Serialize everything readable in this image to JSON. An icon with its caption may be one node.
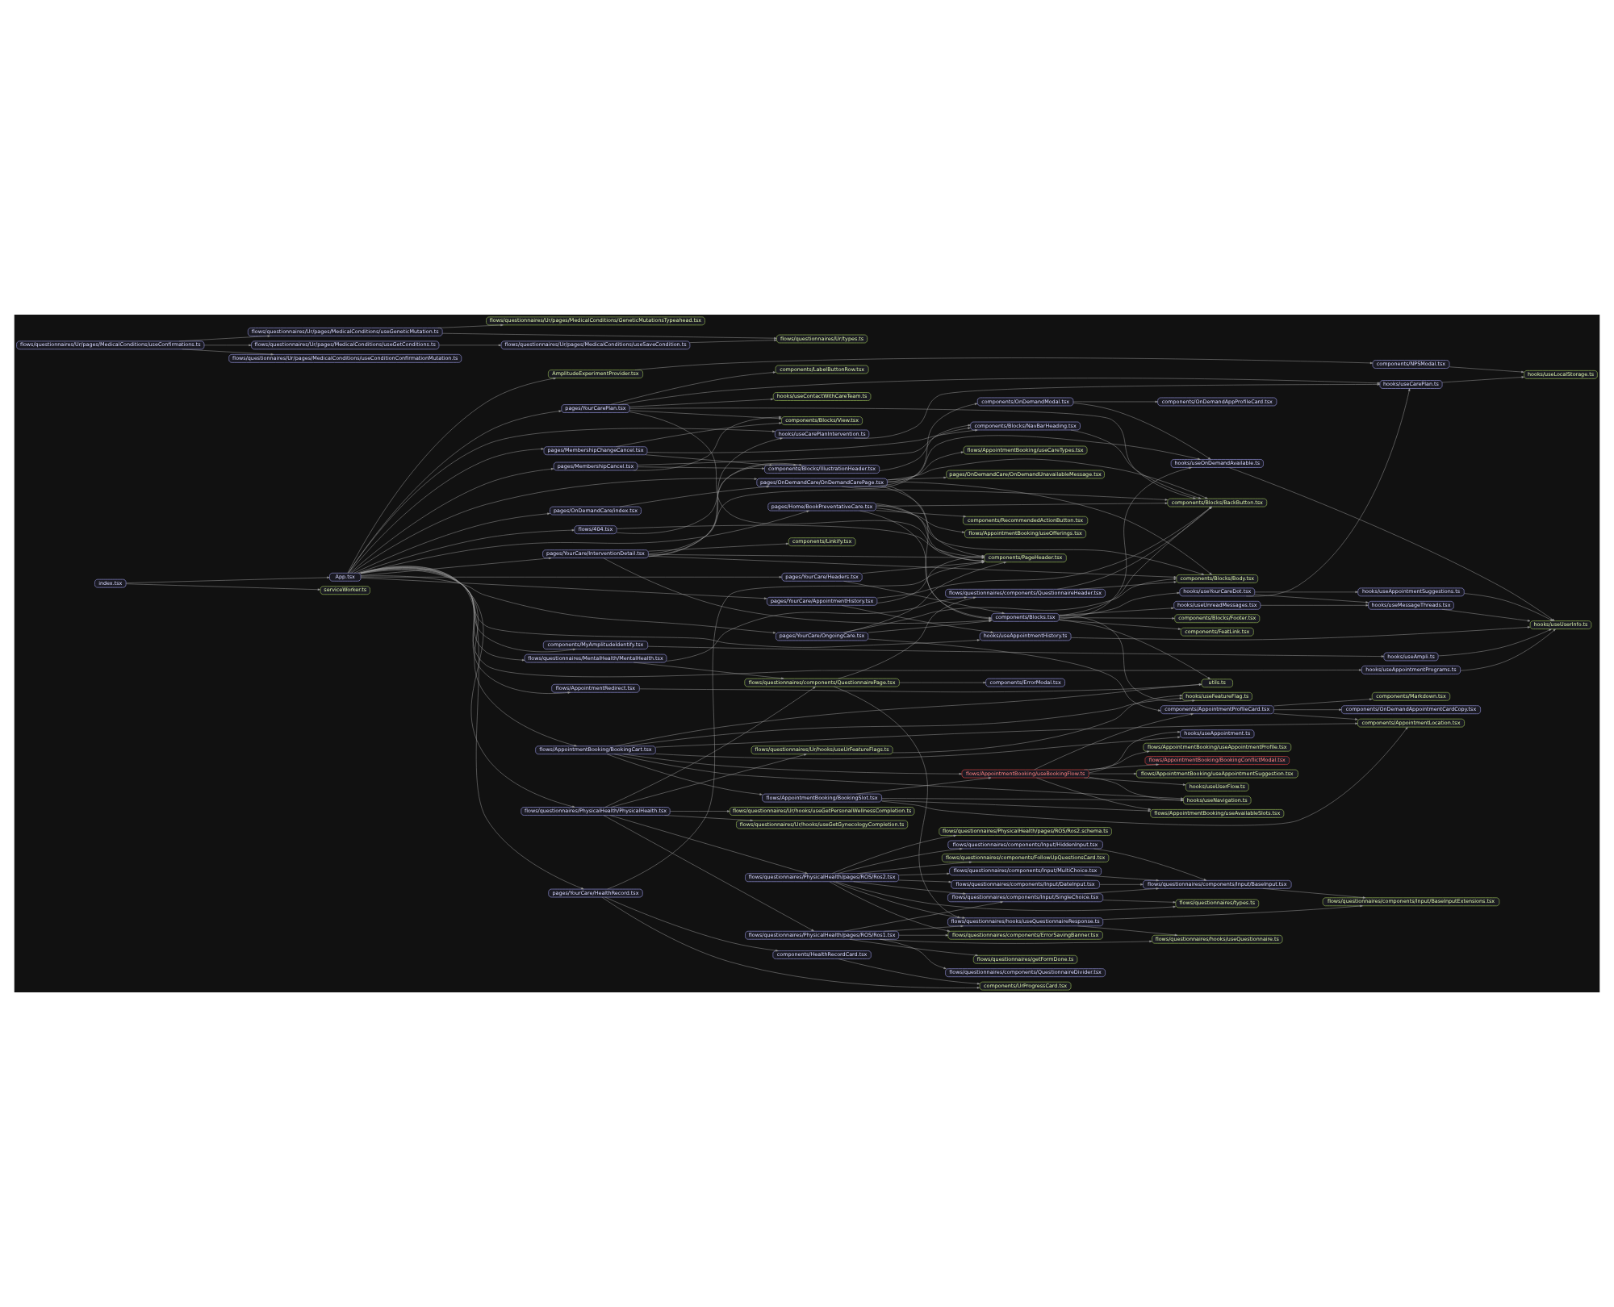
{
  "diagram": {
    "nodes": [
      {
        "text": [
          "index.tsx"
        ]
      },
      {
        "text": [
          "App.tsx"
        ]
      },
      {
        "text": [
          "serviceWorker.ts"
        ]
      },
      {
        "text": [
          "AmplitudeExperimentProvider.tsx"
        ]
      },
      {
        "text": [
          "components/NPSModal.tsx"
        ]
      },
      {
        "text": [
          "pages/OnDemandCare/index.tsx"
        ]
      },
      {
        "text": [
          "pages/Home/BookPreventativeCare.tsx"
        ]
      },
      {
        "text": [
          "flows/AppointmentBooking/useOfferings.tsx"
        ]
      },
      {
        "text": [
          "components/RecommendedActionButton.tsx"
        ]
      },
      {
        "text": [
          "flows/AppointmentBooking/BookingCart.tsx"
        ]
      },
      {
        "text": [
          "flows/AppointmentRedirect.tsx"
        ]
      },
      {
        "text": [
          "pages/YourCare/InterventionDetail.tsx"
        ]
      },
      {
        "text": [
          "flows/questionnaires/MentalHealth/MentalHealth.tsx"
        ]
      },
      {
        "text": [
          "flows/questionnaires/PhysicalHealth/PhysicalHealth.tsx"
        ]
      },
      {
        "text": [
          "flows/AppointmentBooking/BookingSlot.tsx"
        ]
      },
      {
        "text": [
          "pages/YourCarePlan.tsx"
        ]
      },
      {
        "text": [
          "pages/MembershipCancel.tsx"
        ]
      },
      {
        "text": [
          "pages/MembershipChangeCancel.tsx"
        ]
      },
      {
        "text": [
          "flows/404.tsx"
        ]
      },
      {
        "text": [
          "pages/YourCare/AppointmentHistory.tsx"
        ]
      },
      {
        "text": [
          "components/Linkify.tsx"
        ]
      },
      {
        "text": [
          "pages/YourCare/Headers.tsx"
        ]
      },
      {
        "text": [
          "pages/OnDemandCare/OnDemandCarePage.tsx"
        ]
      },
      {
        "text": [
          "flows/questionnaires/components/QuestionnaireHeader.tsx"
        ]
      },
      {
        "text": [
          "pages/YourCare/OngoingCare.tsx"
        ]
      },
      {
        "text": [
          "pages/YourCare/HealthRecord.tsx"
        ]
      },
      {
        "text": [
          "flows/questionnaires/components/QuestionnairePage.tsx"
        ]
      },
      {
        "text": [
          "flows/AppointmentBooking/useBookingFlow.ts"
        ]
      },
      {
        "text": [
          "flows/questionnaires/PhysicalHealth/pages/ROS/Ros1.tsx"
        ]
      },
      {
        "text": [
          "flows/questionnaires/PhysicalHealth/pages/ROS/Ros2.tsx"
        ]
      },
      {
        "text": [
          "components/LabelButtonRow.tsx"
        ]
      },
      {
        "text": [
          "hooks/useContactWithCareTeam.ts"
        ]
      },
      {
        "text": [
          "components/Blocks/View.tsx"
        ]
      },
      {
        "text": [
          "components/Blocks/IllustrationHeader.tsx"
        ]
      },
      {
        "text": [
          "components/MyAmplitudeIdentify.tsx"
        ]
      },
      {
        "text": [
          "components/PageHeader.tsx"
        ]
      },
      {
        "text": [
          "flows/AppointmentBooking/useCareTypes.tsx"
        ]
      },
      {
        "text": [
          "pages/OnDemandCare/OnDemandUnavailableMessage.tsx"
        ]
      },
      {
        "text": [
          "components/OnDemandModal.tsx"
        ]
      },
      {
        "text": [
          "components/Blocks/Body.tsx"
        ]
      },
      {
        "text": [
          "flows/questionnaires/Ur/hooks/useGetGynecologyCompletion.ts"
        ]
      },
      {
        "text": [
          "flows/questionnaires/Ur/hooks/useGetPersonalWellnessCompletion.ts"
        ]
      },
      {
        "text": [
          "flows/questionnaires/Ur/hooks/useUrFeatureFlags.ts"
        ]
      },
      {
        "text": [
          "components/ErrorModal.tsx"
        ]
      },
      {
        "text": [
          "flows/questionnaires/Ur/pages/MedicalConditions/useConfirmations.ts"
        ]
      },
      {
        "text": [
          "components/AppointmentProfileCard.tsx"
        ]
      },
      {
        "text": [
          "flows/AppointmentBooking/useAppointmentProfile.tsx"
        ]
      },
      {
        "text": [
          "components/HealthRecordCard.tsx"
        ]
      },
      {
        "text": [
          "flows/AppointmentBooking/useAvailableSlots.tsx"
        ]
      },
      {
        "text": [
          "flows/AppointmentBooking/BookingConflictModal.tsx"
        ]
      },
      {
        "text": [
          "flows/AppointmentBooking/useAppointmentSuggestion.tsx"
        ]
      },
      {
        "text": [
          "hooks/useUserFlow.ts"
        ]
      },
      {
        "text": [
          "hooks/useNavigation.ts"
        ]
      },
      {
        "text": [
          "hooks/useAppointment.ts"
        ]
      },
      {
        "text": [
          "flows/questionnaires/components/QuestionnaireDivider.tsx"
        ]
      },
      {
        "text": [
          "flows/questionnaires/components/ErrorSavingBanner.tsx"
        ]
      },
      {
        "text": [
          "flows/questionnaires/getFormDone.ts"
        ]
      },
      {
        "text": [
          "flows/questionnaires/components/Input/SingleChoice.tsx"
        ]
      },
      {
        "text": [
          "flows/questionnaires/components/Input/MultiChoice.tsx"
        ]
      },
      {
        "text": [
          "flows/questionnaires/components/Input/DateInput.tsx"
        ]
      },
      {
        "text": [
          "flows/questionnaires/components/Input/HiddenInput.tsx"
        ]
      },
      {
        "text": [
          "flows/questionnaires/PhysicalHealth/pages/ROS/Ros2.schema.ts"
        ]
      },
      {
        "text": [
          "components/Blocks/NavBarHeading.tsx"
        ]
      },
      {
        "text": [
          "hooks/useAmpli.ts"
        ]
      },
      {
        "text": [
          "components/Blocks.tsx"
        ]
      },
      {
        "text": [
          "components/OnDemandAppProfileCard.tsx"
        ]
      },
      {
        "text": [
          "flows/questionnaires/Ur/pages/MedicalConditions/useGeneticMutation.ts"
        ]
      },
      {
        "text": [
          "flows/questionnaires/Ur/pages/MedicalConditions/useGetConditions.ts"
        ]
      },
      {
        "text": [
          "components/Markdown.tsx"
        ]
      },
      {
        "text": [
          "components/OnDemandAppointmentCardCopy.tsx"
        ]
      },
      {
        "text": [
          "components/UrProgressCard.tsx"
        ]
      },
      {
        "text": [
          "components/AppointmentLocation.tsx"
        ]
      },
      {
        "text": [
          "flows/questionnaires/types.ts"
        ]
      },
      {
        "text": [
          "flows/questionnaires/components/FollowUpQuestionsCard.tsx"
        ]
      },
      {
        "text": [
          "flows/questionnaires/components/Input/BaseInput.tsx"
        ]
      },
      {
        "text": [
          "hooks/useCarePlanIntervention.ts"
        ]
      },
      {
        "text": [
          "components/Blocks/BackButton.tsx"
        ]
      },
      {
        "text": [
          "components/Blocks/Footer.tsx"
        ]
      },
      {
        "text": [
          "components/FeatLink.tsx"
        ]
      },
      {
        "text": [
          "hooks/useYourCareDot.tsx"
        ]
      },
      {
        "text": [
          "hooks/useUnreadMessages.tsx"
        ]
      },
      {
        "text": [
          "hooks/useOnDemandAvailable.ts"
        ]
      },
      {
        "text": [
          "flows/questionnaires/Ur/pages/MedicalConditions/GeneticMutationsTypeahead.tsx"
        ]
      },
      {
        "text": [
          "flows/questionnaires/Ur/pages/MedicalConditions/useSaveCondition.ts"
        ]
      },
      {
        "text": [
          "flows/questionnaires/Ur/pages/MedicalConditions/useConditionConfirmationMutation.ts"
        ]
      },
      {
        "text": [
          "utils.ts"
        ]
      },
      {
        "text": [
          "hooks/useFeatureFlag.ts"
        ]
      },
      {
        "text": [
          "flows/questionnaires/hooks/useQuestionnaireResponse.ts"
        ]
      },
      {
        "text": [
          "hooks/useCarePlan.ts"
        ]
      },
      {
        "text": [
          "hooks/useAppointmentHistory.ts"
        ]
      },
      {
        "text": [
          "hooks/useAppointmentSuggestions.ts"
        ]
      },
      {
        "text": [
          "hooks/useMessageThreads.tsx"
        ]
      },
      {
        "text": [
          "hooks/useAppointmentPrograms.ts"
        ]
      },
      {
        "text": [
          "flows/questionnaires/hooks/useQuestionnaire.ts"
        ]
      },
      {
        "text": [
          "flows/questionnaires/components/Input/BaseInputExtensions.tsx"
        ]
      },
      {
        "text": [
          "hooks/useLocalStorage.ts"
        ]
      },
      {
        "text": [
          "hooks/useUserInfo.ts"
        ]
      },
      {
        "text": [
          "flows/questionnaires/Ur/types.ts"
        ]
      }
    ],
    "edges": [
      {
        "from": 0,
        "to": 1,
        "arrow": "to"
      },
      {
        "from": 0,
        "to": 2,
        "arrow": "to"
      },
      {
        "from": 1,
        "to": 3,
        "arrow": "to"
      },
      {
        "from": 1,
        "to": 5,
        "arrow": "to"
      },
      {
        "from": 1,
        "to": 6,
        "arrow": "to"
      },
      {
        "from": 1,
        "to": 9,
        "arrow": "to"
      },
      {
        "from": 1,
        "to": 10,
        "arrow": "to"
      },
      {
        "from": 1,
        "to": 11,
        "arrow": "to"
      },
      {
        "from": 1,
        "to": 12,
        "arrow": "to"
      },
      {
        "from": 1,
        "to": 13,
        "arrow": "to"
      },
      {
        "from": 1,
        "to": 15,
        "arrow": "to"
      },
      {
        "from": 1,
        "to": 16,
        "arrow": "to"
      },
      {
        "from": 1,
        "to": 17,
        "arrow": "to"
      },
      {
        "from": 1,
        "to": 18,
        "arrow": "to"
      },
      {
        "from": 1,
        "to": 19,
        "arrow": "to"
      },
      {
        "from": 1,
        "to": 21,
        "arrow": "to"
      },
      {
        "from": 1,
        "to": 22,
        "arrow": "to"
      },
      {
        "from": 1,
        "to": 24,
        "arrow": "to"
      },
      {
        "from": 1,
        "to": 25,
        "arrow": "to"
      },
      {
        "from": 1,
        "to": 34,
        "arrow": "to"
      },
      {
        "from": 1,
        "to": 75,
        "arrow": "to"
      },
      {
        "from": 1,
        "to": 89,
        "arrow": "to"
      },
      {
        "from": 1,
        "to": 92,
        "arrow": "to"
      },
      {
        "from": 3,
        "to": 4,
        "arrow": "to"
      },
      {
        "from": 4,
        "to": 95,
        "arrow": "to"
      },
      {
        "from": 5,
        "to": 22,
        "arrow": "to"
      },
      {
        "from": 6,
        "to": 7,
        "arrow": "to"
      },
      {
        "from": 6,
        "to": 8,
        "arrow": "to"
      },
      {
        "from": 6,
        "to": 35,
        "arrow": "to"
      },
      {
        "from": 6,
        "to": 39,
        "arrow": "to"
      },
      {
        "from": 6,
        "to": 64,
        "arrow": "to"
      },
      {
        "from": 6,
        "to": 76,
        "arrow": "to"
      },
      {
        "from": 9,
        "to": 14,
        "arrow": "to"
      },
      {
        "from": 9,
        "to": 27,
        "arrow": "to"
      },
      {
        "from": 9,
        "to": 53,
        "arrow": "to"
      },
      {
        "from": 9,
        "to": 52,
        "arrow": "to"
      },
      {
        "from": 9,
        "to": 71,
        "arrow": "to"
      },
      {
        "from": 9,
        "to": 85,
        "arrow": "to"
      },
      {
        "from": 9,
        "to": 86,
        "arrow": "to"
      },
      {
        "from": 10,
        "to": 85,
        "arrow": "to"
      },
      {
        "from": 11,
        "to": 20,
        "arrow": "to"
      },
      {
        "from": 11,
        "to": 33,
        "arrow": "to"
      },
      {
        "from": 11,
        "to": 35,
        "arrow": "to"
      },
      {
        "from": 11,
        "to": 39,
        "arrow": "to"
      },
      {
        "from": 11,
        "to": 64,
        "arrow": "to"
      },
      {
        "from": 11,
        "to": 76,
        "arrow": "to"
      },
      {
        "from": 11,
        "to": 75,
        "arrow": "to"
      },
      {
        "from": 12,
        "to": 23,
        "arrow": "to"
      },
      {
        "from": 12,
        "to": 26,
        "arrow": "to"
      },
      {
        "from": 13,
        "to": 26,
        "arrow": "to"
      },
      {
        "from": 13,
        "to": 28,
        "arrow": "to"
      },
      {
        "from": 13,
        "to": 29,
        "arrow": "to"
      },
      {
        "from": 13,
        "to": 40,
        "arrow": "to"
      },
      {
        "from": 13,
        "to": 41,
        "arrow": "to"
      },
      {
        "from": 13,
        "to": 42,
        "arrow": "to"
      },
      {
        "from": 14,
        "to": 27,
        "arrow": "to"
      },
      {
        "from": 14,
        "to": 48,
        "arrow": "to"
      },
      {
        "from": 14,
        "to": 52,
        "arrow": "to"
      },
      {
        "from": 14,
        "to": 71,
        "arrow": "to"
      },
      {
        "from": 15,
        "to": 30,
        "arrow": "to"
      },
      {
        "from": 15,
        "to": 31,
        "arrow": "to"
      },
      {
        "from": 15,
        "to": 32,
        "arrow": "to"
      },
      {
        "from": 15,
        "to": 35,
        "arrow": "to"
      },
      {
        "from": 15,
        "to": 76,
        "arrow": "to"
      },
      {
        "from": 15,
        "to": 88,
        "arrow": "to"
      },
      {
        "from": 16,
        "to": 32,
        "arrow": "to"
      },
      {
        "from": 16,
        "to": 33,
        "arrow": "to"
      },
      {
        "from": 16,
        "to": 62,
        "arrow": "to"
      },
      {
        "from": 17,
        "to": 32,
        "arrow": "to"
      },
      {
        "from": 17,
        "to": 33,
        "arrow": "to"
      },
      {
        "from": 17,
        "to": 62,
        "arrow": "to"
      },
      {
        "from": 18,
        "to": 33,
        "arrow": "to"
      },
      {
        "from": 18,
        "to": 35,
        "arrow": "to"
      },
      {
        "from": 19,
        "to": 35,
        "arrow": "to"
      },
      {
        "from": 19,
        "to": 76,
        "arrow": "to"
      },
      {
        "from": 19,
        "to": 89,
        "arrow": "to"
      },
      {
        "from": 21,
        "to": 35,
        "arrow": "to"
      },
      {
        "from": 21,
        "to": 64,
        "arrow": "to"
      },
      {
        "from": 22,
        "to": 35,
        "arrow": "to"
      },
      {
        "from": 22,
        "to": 36,
        "arrow": "to"
      },
      {
        "from": 22,
        "to": 37,
        "arrow": "to"
      },
      {
        "from": 22,
        "to": 38,
        "arrow": "to"
      },
      {
        "from": 22,
        "to": 39,
        "arrow": "to"
      },
      {
        "from": 22,
        "to": 64,
        "arrow": "to"
      },
      {
        "from": 22,
        "to": 76,
        "arrow": "to"
      },
      {
        "from": 22,
        "to": 81,
        "arrow": "to"
      },
      {
        "from": 23,
        "to": 39,
        "arrow": "to"
      },
      {
        "from": 23,
        "to": 76,
        "arrow": "to"
      },
      {
        "from": 24,
        "to": 35,
        "arrow": "to"
      },
      {
        "from": 24,
        "to": 39,
        "arrow": "to"
      },
      {
        "from": 24,
        "to": 45,
        "arrow": "to"
      },
      {
        "from": 24,
        "to": 64,
        "arrow": "to"
      },
      {
        "from": 25,
        "to": 35,
        "arrow": "to"
      },
      {
        "from": 25,
        "to": 47,
        "arrow": "to"
      },
      {
        "from": 25,
        "to": 70,
        "arrow": "to"
      },
      {
        "from": 26,
        "to": 23,
        "arrow": "to"
      },
      {
        "from": 26,
        "to": 43,
        "arrow": "to"
      },
      {
        "from": 26,
        "to": 87,
        "arrow": "to"
      },
      {
        "from": 27,
        "to": 45,
        "arrow": "to"
      },
      {
        "from": 27,
        "to": 46,
        "arrow": "to"
      },
      {
        "from": 27,
        "to": 48,
        "arrow": "to"
      },
      {
        "from": 27,
        "to": 49,
        "arrow": "to"
      },
      {
        "from": 27,
        "to": 50,
        "arrow": "to"
      },
      {
        "from": 27,
        "to": 51,
        "arrow": "to"
      },
      {
        "from": 27,
        "to": 52,
        "arrow": "to"
      },
      {
        "from": 27,
        "to": 53,
        "arrow": "to"
      },
      {
        "from": 28,
        "to": 54,
        "arrow": "to"
      },
      {
        "from": 28,
        "to": 55,
        "arrow": "to"
      },
      {
        "from": 28,
        "to": 56,
        "arrow": "to"
      },
      {
        "from": 28,
        "to": 57,
        "arrow": "to"
      },
      {
        "from": 28,
        "to": 87,
        "arrow": "to"
      },
      {
        "from": 28,
        "to": 93,
        "arrow": "to"
      },
      {
        "from": 29,
        "to": 55,
        "arrow": "to"
      },
      {
        "from": 29,
        "to": 57,
        "arrow": "to"
      },
      {
        "from": 29,
        "to": 58,
        "arrow": "to"
      },
      {
        "from": 29,
        "to": 59,
        "arrow": "to"
      },
      {
        "from": 29,
        "to": 60,
        "arrow": "to"
      },
      {
        "from": 29,
        "to": 61,
        "arrow": "to"
      },
      {
        "from": 29,
        "to": 72,
        "arrow": "to"
      },
      {
        "from": 29,
        "to": 73,
        "arrow": "to"
      },
      {
        "from": 29,
        "to": 87,
        "arrow": "to"
      },
      {
        "from": 33,
        "to": 62,
        "arrow": "to"
      },
      {
        "from": 34,
        "to": 63,
        "arrow": "to"
      },
      {
        "from": 38,
        "to": 65,
        "arrow": "to"
      },
      {
        "from": 38,
        "to": 81,
        "arrow": "to"
      },
      {
        "from": 42,
        "to": 86,
        "arrow": "to"
      },
      {
        "from": 44,
        "to": 66,
        "arrow": "to"
      },
      {
        "from": 44,
        "to": 67,
        "arrow": "to"
      },
      {
        "from": 44,
        "to": 84,
        "arrow": "to"
      },
      {
        "from": 45,
        "to": 68,
        "arrow": "to"
      },
      {
        "from": 45,
        "to": 69,
        "arrow": "to"
      },
      {
        "from": 45,
        "to": 71,
        "arrow": "to"
      },
      {
        "from": 47,
        "to": 70,
        "arrow": "to"
      },
      {
        "from": 57,
        "to": 72,
        "arrow": "to"
      },
      {
        "from": 57,
        "to": 74,
        "arrow": "to"
      },
      {
        "from": 58,
        "to": 74,
        "arrow": "to"
      },
      {
        "from": 59,
        "to": 74,
        "arrow": "to"
      },
      {
        "from": 60,
        "to": 74,
        "arrow": "to"
      },
      {
        "from": 62,
        "to": 76,
        "arrow": "to"
      },
      {
        "from": 63,
        "to": 96,
        "arrow": "to"
      },
      {
        "from": 64,
        "to": 77,
        "arrow": "to"
      },
      {
        "from": 64,
        "to": 78,
        "arrow": "to"
      },
      {
        "from": 64,
        "to": 79,
        "arrow": "to"
      },
      {
        "from": 64,
        "to": 80,
        "arrow": "to"
      },
      {
        "from": 64,
        "to": 81,
        "arrow": "to"
      },
      {
        "from": 64,
        "to": 76,
        "arrow": "to"
      },
      {
        "from": 64,
        "to": 85,
        "arrow": "to"
      },
      {
        "from": 64,
        "to": 86,
        "arrow": "to"
      },
      {
        "from": 66,
        "to": 82,
        "arrow": "to"
      },
      {
        "from": 66,
        "to": 97,
        "arrow": "to"
      },
      {
        "from": 67,
        "to": 83,
        "arrow": "to"
      },
      {
        "from": 74,
        "to": 94,
        "arrow": "to"
      },
      {
        "from": 75,
        "to": 88,
        "arrow": "to"
      },
      {
        "from": 79,
        "to": 88,
        "arrow": "to"
      },
      {
        "from": 79,
        "to": 90,
        "arrow": "to"
      },
      {
        "from": 79,
        "to": 91,
        "arrow": "to"
      },
      {
        "from": 80,
        "to": 91,
        "arrow": "to"
      },
      {
        "from": 81,
        "to": 96,
        "arrow": "to"
      },
      {
        "from": 83,
        "to": 97,
        "arrow": "to"
      },
      {
        "from": 87,
        "to": 93,
        "arrow": "to"
      },
      {
        "from": 87,
        "to": 94,
        "arrow": "to"
      },
      {
        "from": 88,
        "to": 95,
        "arrow": "to"
      },
      {
        "from": 89,
        "to": 96,
        "arrow": "to"
      },
      {
        "from": 90,
        "to": 96,
        "arrow": "to"
      },
      {
        "from": 91,
        "to": 96,
        "arrow": "to"
      },
      {
        "from": 92,
        "to": 96,
        "arrow": "to"
      }
    ]
  }
}
